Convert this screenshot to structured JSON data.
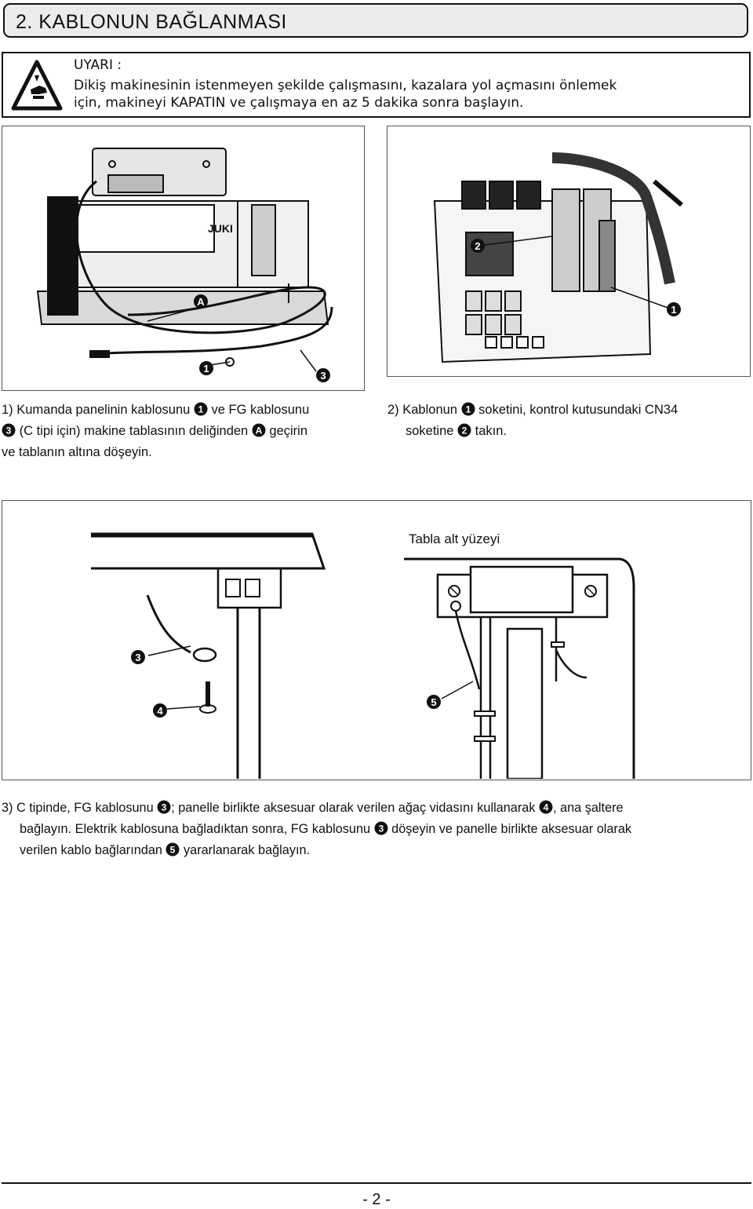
{
  "section": {
    "title": "2. KABLONUN BAĞLANMASI"
  },
  "warning": {
    "title": "UYARI :",
    "line1": "Dikiş makinesinin istenmeyen şekilde çalışmasını, kazalara yol açmasını önlemek",
    "line2": "için, makineyi KAPATIN ve çalışmaya en az 5 dakika sonra başlayın."
  },
  "figure1": {
    "brand": "JUKI",
    "label_a": "A",
    "label_1": "1",
    "label_3": "3"
  },
  "figure2": {
    "label_1": "1",
    "label_2": "2"
  },
  "figure3": {
    "heading": "Tabla alt yüzeyi",
    "label_3": "3",
    "label_4": "4",
    "label_5": "5"
  },
  "step1": {
    "l1a": "1) Kumanda panelinin kablosunu ",
    "m1": "1",
    "l1b": " ve FG kablosunu",
    "m2": "3",
    "l2a": " (C tipi için) makine tablasının deliğinden ",
    "m3": "A",
    "l2b": " geçirin",
    "l3": "ve tablanın altına döşeyin."
  },
  "step2": {
    "l1a": "2) Kablonun ",
    "m1": "1",
    "l1b": " soketini, kontrol kutusundaki CN34",
    "l2a": "soketine ",
    "m2": "2",
    "l2b": " takın."
  },
  "step3": {
    "l1a": "3) C tipinde, FG kablosunu ",
    "m1": "3",
    "l1b": "; panelle birlikte aksesuar olarak verilen ağaç vidasını kullanarak ",
    "m2": "4",
    "l1c": ", ana şaltere",
    "l2a": "bağlayın. Elektrik kablosuna bağladıktan sonra, FG kablosunu ",
    "m3": "3",
    "l2b": " döşeyin ve panelle birlikte aksesuar olarak",
    "l3a": "verilen kablo bağlarından ",
    "m4": "5",
    "l3b": " yararlanarak bağlayın."
  },
  "footer": {
    "page": "- 2 -"
  }
}
